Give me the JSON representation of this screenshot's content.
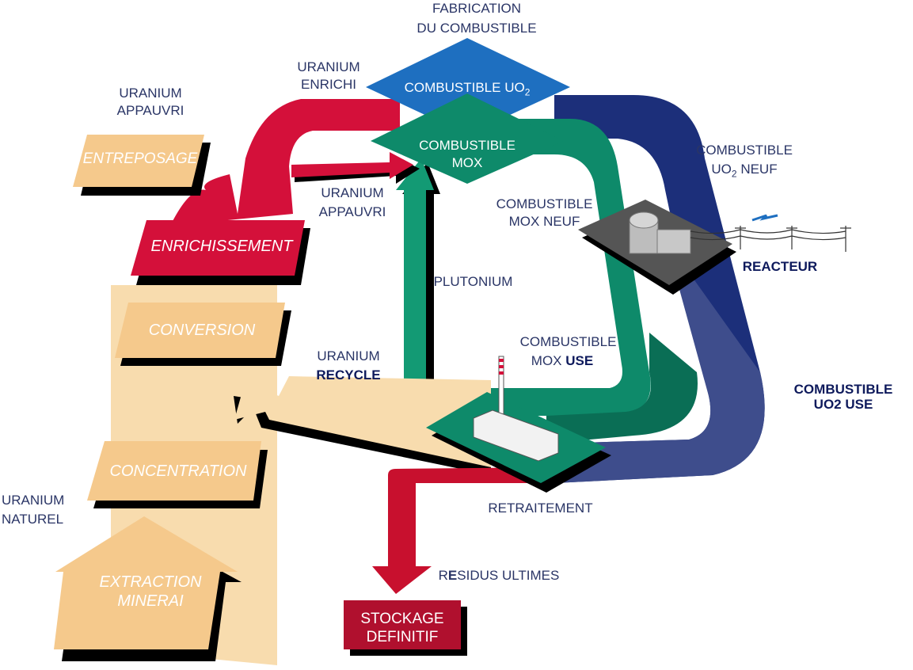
{
  "labels": {
    "fabrication_line1": "FABRICATION",
    "fabrication_line2": "DU COMBUSTIBLE",
    "uranium_enrichi_1": "URANIUM",
    "uranium_enrichi_2": "ENRICHI",
    "uranium_appauvri_top_1": "URANIUM",
    "uranium_appauvri_top_2": "APPAUVRI",
    "uranium_appauvri_mid_1": "URANIUM",
    "uranium_appauvri_mid_2": "APPAUVRI",
    "combustible_uo2_neuf_1": "COMBUSTIBLE",
    "combustible_uo2_neuf_2a": "UO",
    "combustible_uo2_neuf_2sub": "2",
    "combustible_uo2_neuf_2b": " NEUF",
    "combustible_mox_neuf_1": "COMBUSTIBLE",
    "combustible_mox_neuf_2": "MOX NEUF",
    "reacteur": "REACTEUR",
    "plutonium": "PLUTONIUM",
    "combustible_mox_use_1": "COMBUSTIBLE",
    "combustible_mox_use_2a": "MOX ",
    "combustible_mox_use_2b": "USE",
    "uranium_recycle_1": "URANIUM",
    "uranium_recycle_2": "RECYCLE",
    "combustible_uo2_use_1": "COMBUSTIBLE",
    "combustible_uo2_use_2": "UO2 USE",
    "uranium_naturel_1": "URANIUM",
    "uranium_naturel_2": "NATUREL",
    "retraitement": "RETRAITEMENT",
    "residus_a": "R",
    "residus_b": "E",
    "residus_c": "SIDUS ULTIMES"
  },
  "boxes": {
    "entreposage": "ENTREPOSAGE",
    "enrichissement": "ENRICHISSEMENT",
    "conversion": "CONVERSION",
    "concentration": "CONCENTRATION",
    "extraction_1": "EXTRACTION",
    "extraction_2": "MINERAI",
    "stockage_1": "STOCKAGE",
    "stockage_2": "DEFINITIF",
    "combustible_uo2_a": "COMBUSTIBLE UO",
    "combustible_uo2_sub": "2",
    "combustible_mox_1": "COMBUSTIBLE",
    "combustible_mox_2": "MOX"
  },
  "colors": {
    "red": "#d4103a",
    "dark_red": "#a8102e",
    "peach": "#f7d9a6",
    "peach_box": "#f5c98c",
    "green": "#0e8a6a",
    "dark_green": "#0a6e55",
    "navy": "#1c2f7a",
    "slate_blue": "#3e4d8c",
    "blue_diamond": "#1e6fc0",
    "text_navy": "#2a3566"
  }
}
